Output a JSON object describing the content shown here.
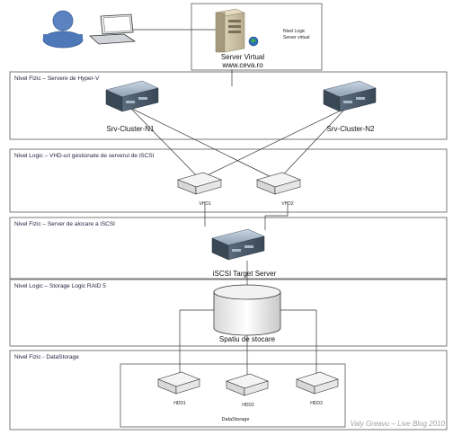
{
  "top": {
    "server_label_line1": "Server Virtual",
    "server_label_line2": "www.ceva.ro",
    "level_note_line1": "Nivel Logic",
    "level_note_line2": "Server virtual"
  },
  "layers": [
    {
      "title": "Nivel Fizic – Servere de Hyper-V"
    },
    {
      "title": "Nivel Logic – VHD-uri gestionate de serverul de iSCSI"
    },
    {
      "title": "Nivel Fizic – Server de alocare a iSCSI"
    },
    {
      "title": "Nivel Logic – Storage Logic RAID 5"
    },
    {
      "title": "Nivel Fizic - DataStorage"
    }
  ],
  "nodes": {
    "cluster_n1": "Srv-Cluster-N1",
    "cluster_n2": "Srv-Cluster-N2",
    "vhd1": "VHD1",
    "vhd2": "VHD2",
    "iscsi_server": "iSCSI Target Server",
    "storage": "Spatiu de stocare",
    "hdd1": "HDD1",
    "hdd2": "HDD2",
    "hdd3": "HDD3",
    "datastorage": "DataStorage"
  },
  "watermark": "Valy Greavu – Live Blog 2010",
  "colors": {
    "server_dark": "#4a5a6a",
    "server_light": "#a9b8c8",
    "user_blue": "#4f78b8",
    "border": "#7a7a7a"
  }
}
